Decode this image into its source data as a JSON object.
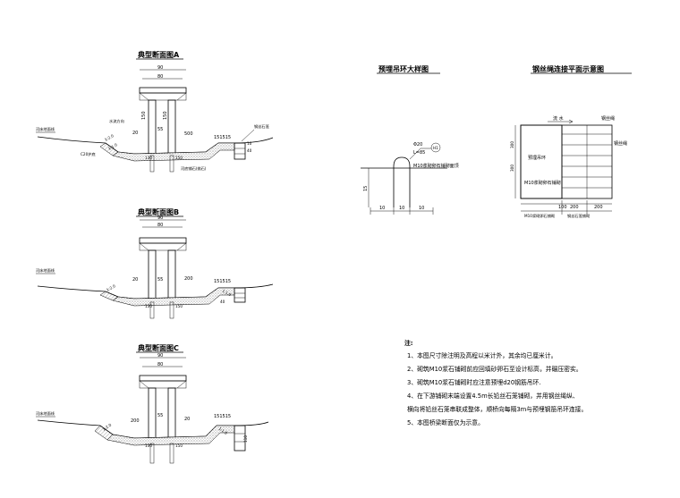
{
  "section_a": {
    "title": "典型断面图A",
    "dims": {
      "top": "90",
      "mid": "80",
      "h1": "150",
      "w1": "20",
      "w2": "55",
      "w3": "500",
      "w4": "151515",
      "h2": "10",
      "h3": "40",
      "h4": "130",
      "h5": "150"
    },
    "labels": {
      "river_bed": "河床地面线",
      "water_dir": "水流方向",
      "steel_cage": "钢丝石笼",
      "c20": "C20护底",
      "riprap": "河底铺石(抛石)",
      "slope": "1:2.0",
      "slope2": "1:1.0"
    }
  },
  "section_b": {
    "title": "典型断面图B",
    "dims": {
      "top": "90",
      "mid": "80",
      "w1": "20",
      "w2": "55",
      "w3": "200",
      "w4": "151515",
      "h3": "40",
      "h4": "130",
      "h5": "150"
    },
    "labels": {
      "river_bed": "河床地面线",
      "slope": "1:2.0",
      "slope2": "1:1.0"
    }
  },
  "section_c": {
    "title": "典型断面图C",
    "dims": {
      "top": "90",
      "mid": "80",
      "w1": "200",
      "w2": "55",
      "w3": "20",
      "w4": "151515",
      "h3": "110",
      "h4": "130",
      "h5": "150"
    },
    "labels": {
      "river_bed": "河床地面线",
      "slope": "1:2.0",
      "slope2": "1:1.0"
    }
  },
  "ring_detail": {
    "title": "预埋吊环大样图",
    "labels": {
      "diam": "Φ20",
      "len": "L=85",
      "mark": "H1",
      "mortar": "M10浆砌卵石铺砌面顶"
    },
    "dims": {
      "a": "10",
      "b": "10",
      "c": "10",
      "h": "15"
    }
  },
  "wire_plan": {
    "title": "钢丝绳连接平面示意图",
    "labels": {
      "flow": "流 水",
      "wire": "钢丝绳",
      "wire2": "钢丝绳",
      "ring": "预埋吊环",
      "mortar": "M10浆砌卵石铺砌",
      "mortar2": "M10浆砌卵石铺砌",
      "cage": "钢丝石笼铺砌"
    },
    "dims": {
      "a": "100",
      "b": "200",
      "c": "200",
      "d": "300",
      "e": "300"
    }
  },
  "notes": {
    "title": "注:",
    "items": [
      "1、本图尺寸除注明及高程以米计外，其余均已厘米计。",
      "2、砌筑M10浆石铺砌前应回填砂卵石至设计标高，并碾压密实。",
      "3、砌筑M10浆石铺砌时应注意预埋d20钢筋吊环.",
      "4、在下游铺砌末端设置4.5m长铅丝石笼铺砌，并用钢丝绳纵、",
      "   横向将铅丝石笼串联成整体，顺桥向每隔3m与预埋钢筋吊环连接。",
      "5、本图桥梁断面仅为示意。"
    ]
  }
}
